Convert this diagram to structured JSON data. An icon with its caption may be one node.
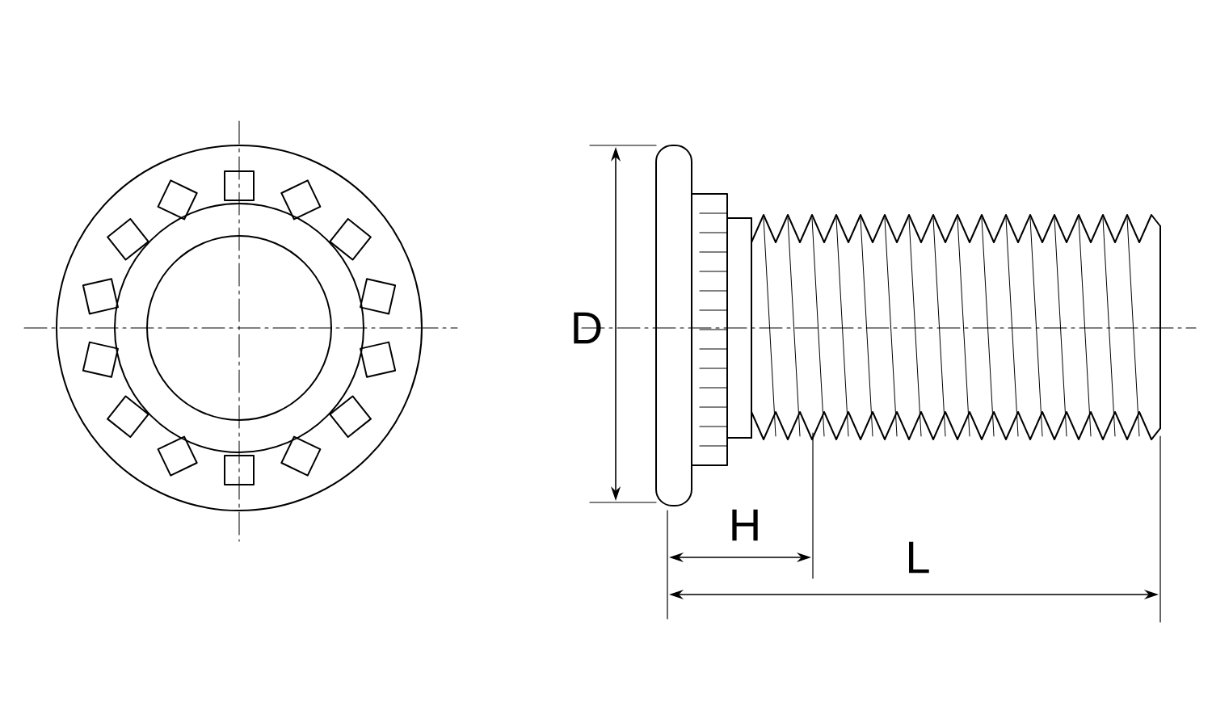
{
  "diagram": {
    "labels": [
      "D",
      "H",
      "L"
    ]
  }
}
